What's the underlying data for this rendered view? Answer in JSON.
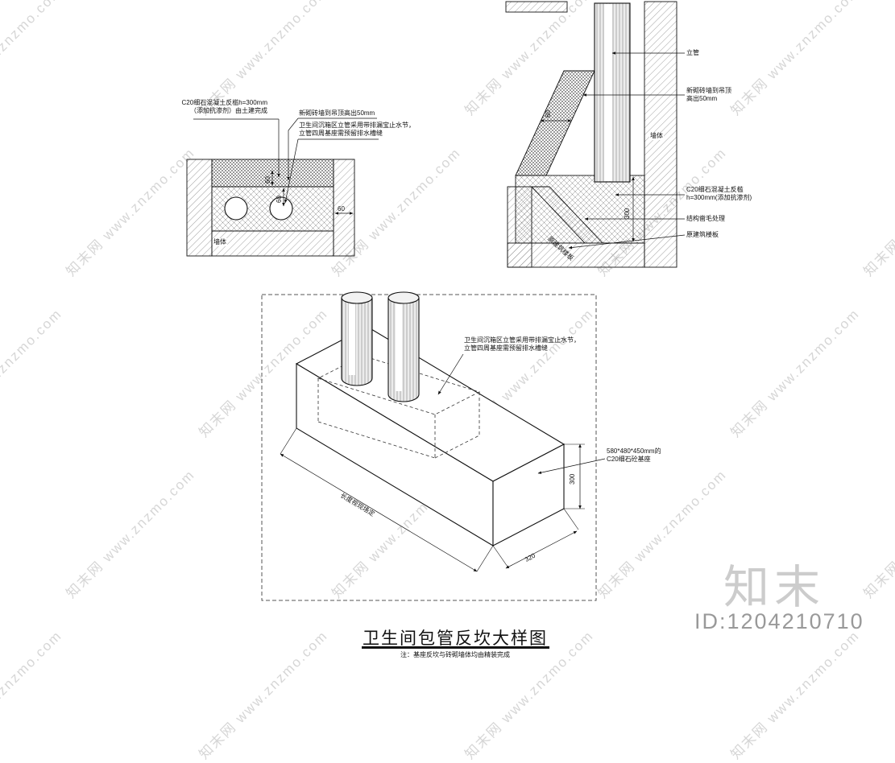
{
  "watermark": {
    "text": "知末网 www.znzmo.com"
  },
  "colors": {
    "line": "#111111",
    "watermark": "#d6d6d6",
    "brand_gray": "#cccccc",
    "id_gray": "#999999"
  },
  "plan": {
    "label_concrete_line1": "C20细石混凝土反槛h=300mm",
    "label_concrete_line2": "（添加抗渗剂）由土建完成",
    "label_brick": "新砌砖墙到吊顶高出50mm",
    "label_note_line1": "卫生间沉箱区立管采用带排漏宝止水节，",
    "label_note_line2": "立管四周基座需预留排水槽缝",
    "label_wall": "墙体",
    "dim_top": "60",
    "dim_mid": "60",
    "dim_right": "60"
  },
  "section": {
    "label_riser": "立管",
    "label_brick_line1": "新砌砖墙到吊顶",
    "label_brick_line2": "高出50mm",
    "label_curb_line1": "C20细石混凝土反槛",
    "label_curb_line2": "h=300mm(添加抗渗剂)",
    "label_chisel": "结构凿毛处理",
    "label_slab": "原建筑楼板",
    "label_slab_diag": "原建筑楼板",
    "label_wall": "墙体",
    "dim_60": "60",
    "dim_300": "300"
  },
  "iso": {
    "label_note_line1": "卫生间沉箱区立管采用带排漏宝止水节，",
    "label_note_line2": "立管四周基座需预留排水槽缝",
    "label_base_line1": "580*480*450mm的",
    "label_base_line2": "C20细石砼基座",
    "dim_300": "300",
    "dim_320": "320",
    "dim_length_note": "长度视现场定"
  },
  "title_block": {
    "title": "卫生间包管反坎大样图",
    "note": "注：基座反坎与砖砌墙体均由精装完成"
  },
  "footer": {
    "brand": "知末",
    "id": "ID:1204210710"
  }
}
